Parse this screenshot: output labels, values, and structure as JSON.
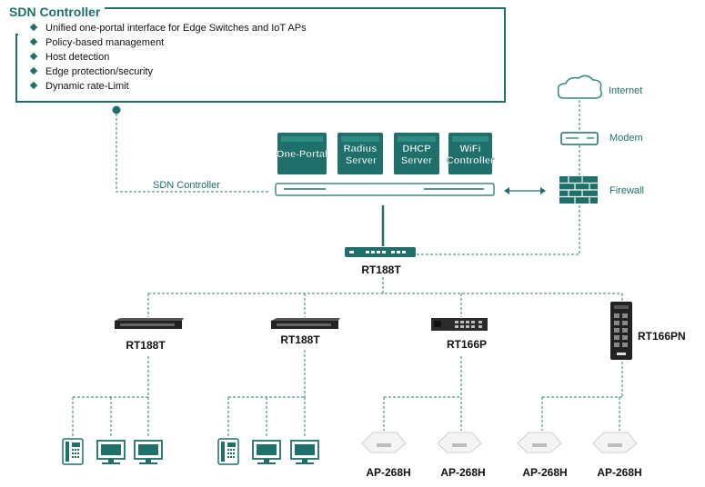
{
  "title": "SDN Controller",
  "features": [
    "Unified one-portal interface for Edge  Switches and IoT APs",
    "Policy-based management",
    "Host detection",
    "Edge protection/security",
    "Dynamic rate-Limit"
  ],
  "servers": [
    {
      "line1": "One-Portal",
      "line2": ""
    },
    {
      "line1": "Radius",
      "line2": "Server"
    },
    {
      "line1": "DHCP",
      "line2": "Server"
    },
    {
      "line1": "WiFi",
      "line2": "Controller"
    }
  ],
  "sdn_link_label": "SDN Controller",
  "internet_label": "Internet",
  "modem_label": "Modem",
  "firewall_label": "Firewall",
  "core_switch": "RT188T",
  "edge_switches": [
    "RT188T",
    "RT188T",
    "RT166P",
    "RT166PN"
  ],
  "aps": [
    "AP-268H",
    "AP-268H",
    "AP-268H",
    "AP-268H"
  ],
  "colors": {
    "accent": "#1f6f6a",
    "line": "#2e7d77",
    "device": "#2b2b2b"
  }
}
